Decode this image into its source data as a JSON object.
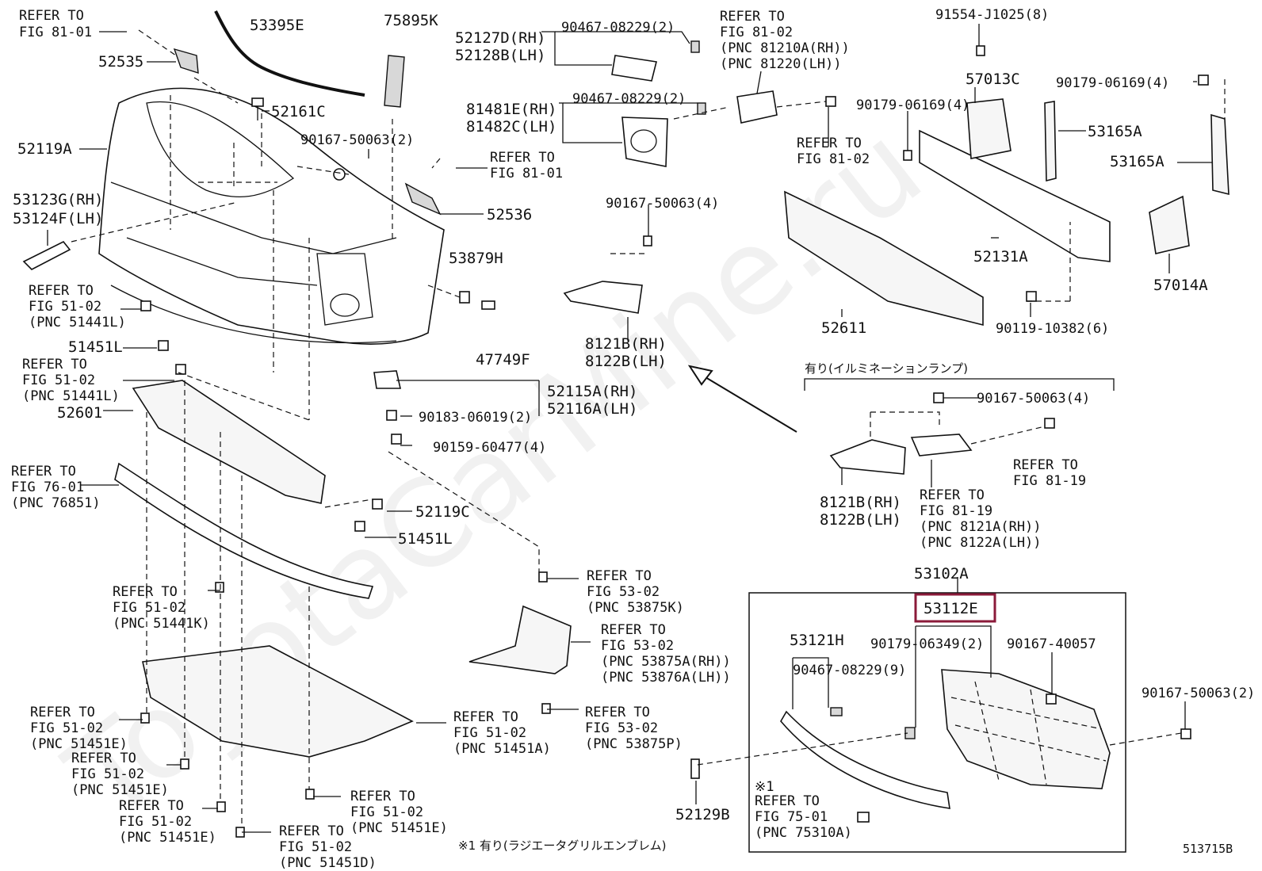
{
  "watermark": "ToyotaCarMine.ru",
  "diagram_id": "513715B",
  "highlight_color": "#8b1a3a",
  "highlighted_part": "53112E",
  "labels": {
    "l01a": "REFER TO",
    "l01b": "FIG 81-01",
    "l02": "52535",
    "l03": "53395E",
    "l04": "75895K",
    "l05": "52161C",
    "l06": "52119A",
    "l07": "90167-50063(2)",
    "l08a": "REFER TO",
    "l08b": "FIG 81-01",
    "l09a": "53123G(RH)",
    "l09b": "53124F(LH)",
    "l10": "52536",
    "l11a": "REFER TO",
    "l11b": "FIG 51-02",
    "l11c": "(PNC 51441L)",
    "l12": "53879H",
    "l13": "51451L",
    "l14": "47749F",
    "l15a": "REFER TO",
    "l15b": "FIG 51-02",
    "l15c": "(PNC 51441L)",
    "l16a": "52115A(RH)",
    "l16b": "52116A(LH)",
    "l17": "52601",
    "l18": "90183-06019(2)",
    "l19": "90159-60477(4)",
    "l20a": "REFER TO",
    "l20b": "FIG 76-01",
    "l20c": "(PNC 76851)",
    "l21": "52119C",
    "l22": "51451L",
    "l23a": "52127D(RH)",
    "l23b": "52128B(LH)",
    "l24": "90467-08229(2)",
    "l25a": "81481E(RH)",
    "l25b": "81482C(LH)",
    "l26": "90467-08229(2)",
    "l27a": "REFER TO",
    "l27b": "FIG 81-02",
    "l27c": "(PNC 81210A(RH))",
    "l27d": "(PNC 81220(LH))",
    "l28a": "REFER TO",
    "l28b": "FIG 81-02",
    "l29": "90167-50063(4)",
    "l30a": "8121B(RH)",
    "l30b": "8122B(LH)",
    "l31": "91554-J1025(8)",
    "l32": "57013C",
    "l33": "90179-06169(4)",
    "l34": "90179-06169(4)",
    "l35": "53165A",
    "l36": "53165A",
    "l37": "52131A",
    "l38": "57014A",
    "l39": "52611",
    "l40": "90119-10382(6)",
    "l41": "有り(イルミネーションランプ)",
    "l42": "90167-50063(4)",
    "l43a": "REFER TO",
    "l43b": "FIG 81-19",
    "l44a": "8121B(RH)",
    "l44b": "8122B(LH)",
    "l45a": "REFER TO",
    "l45b": "FIG 81-19",
    "l45c": "(PNC 8121A(RH))",
    "l45d": "(PNC 8122A(LH))",
    "l46": "53102A",
    "l47": "53112E",
    "l48": "53121H",
    "l49": "90179-06349(2)",
    "l50": "90167-40057",
    "l51": "90467-08229(9)",
    "l52": "90167-50063(2)",
    "l53": "52129B",
    "l54a": "※1",
    "l54b": "REFER TO",
    "l54c": "FIG 75-01",
    "l54d": "(PNC 75310A)",
    "l55": "※1 有り(ラジエータグリルエンブレム)",
    "l56a": "REFER TO",
    "l56b": "FIG 51-02",
    "l56c": "(PNC 51441K)",
    "l57a": "REFER TO",
    "l57b": "FIG 53-02",
    "l57c": "(PNC 53875K)",
    "l58a": "REFER TO",
    "l58b": "FIG 53-02",
    "l58c": "(PNC 53875A(RH))",
    "l58d": "(PNC 53876A(LH))",
    "l59a": "REFER TO",
    "l59b": "FIG 51-02",
    "l59c": "(PNC 51451E)",
    "l60a": "REFER TO",
    "l60b": "FIG 51-02",
    "l60c": "(PNC 51451A)",
    "l61a": "REFER TO",
    "l61b": "FIG 53-02",
    "l61c": "(PNC 53875P)",
    "l62a": "REFER TO",
    "l62b": "FIG 51-02",
    "l62c": "(PNC 51451E)",
    "l63a": "REFER TO",
    "l63b": "FIG 51-02",
    "l63c": "(PNC 51451E)",
    "l64a": "REFER TO",
    "l64b": "FIG 51-02",
    "l64c": "(PNC 51451E)",
    "l65a": "REFER TO",
    "l65b": "FIG 51-02",
    "l65c": "(PNC 51451D)"
  }
}
